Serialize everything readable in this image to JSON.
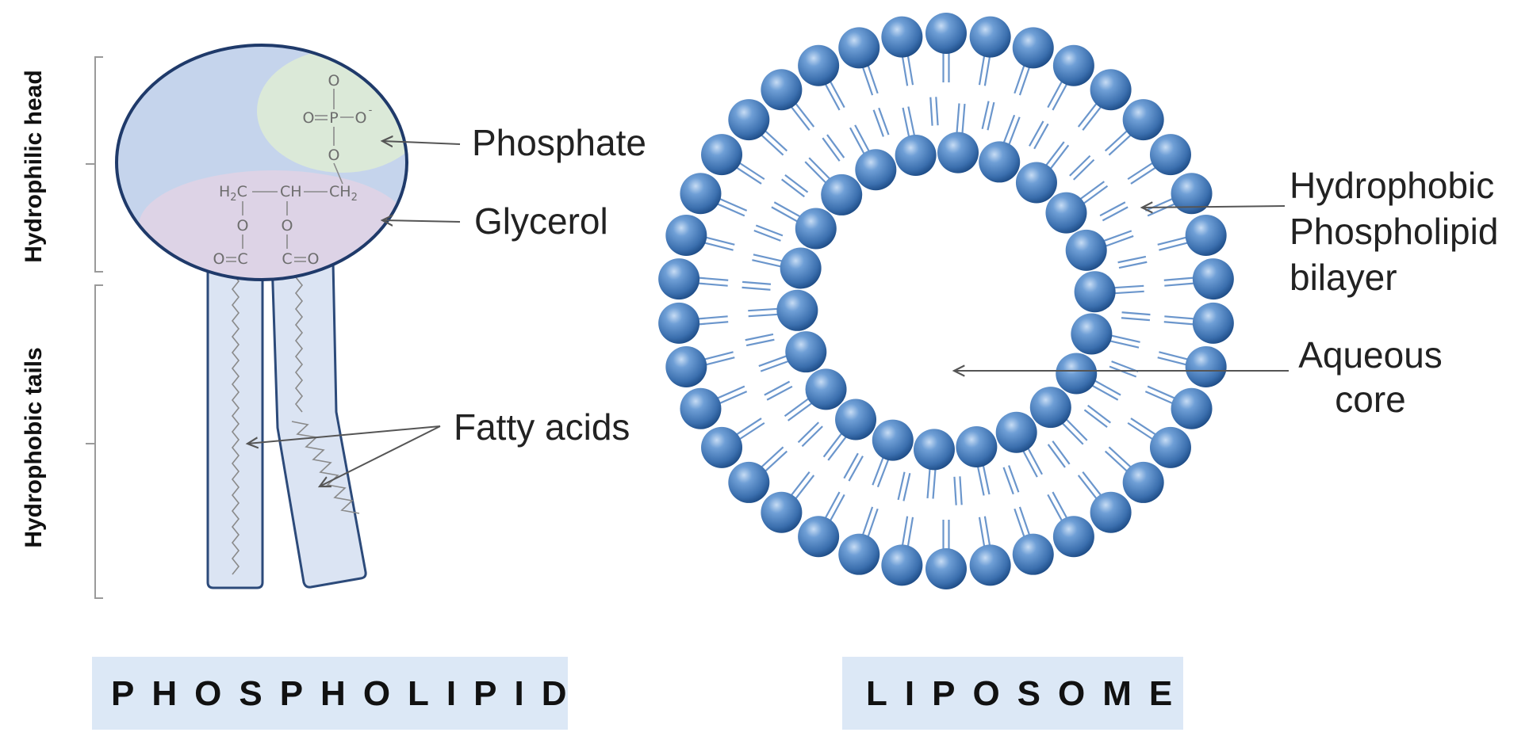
{
  "phospholipid": {
    "axis_labels": {
      "head": "Hydrophilic head",
      "tails": "Hydrophobic tails"
    },
    "labels": {
      "phosphate": "Phosphate",
      "glycerol": "Glycerol",
      "fatty_acids": "Fatty acids"
    },
    "chem": {
      "o_top": "O",
      "o_double": "O",
      "p": "P",
      "o_minus": "O",
      "minus": "-",
      "o_link": "O",
      "h2c": "H",
      "h2c_sub": "2",
      "h2c_c": "C",
      "ch": "CH",
      "ch2": "CH",
      "ch2_sub": "2",
      "o_left": "O",
      "o_right": "O",
      "c_left": "C",
      "o_cleft": "O",
      "c_right": "C",
      "o_cright": "O"
    },
    "caption": "PHOSPHOLIPID",
    "colors": {
      "head_fill": "#c5d4ec",
      "head_stroke": "#1f3a6a",
      "phosphate_fill": "#dbe9d8",
      "glycerol_fill": "#ddd3e6",
      "tail_fill": "#dbe4f3",
      "tail_stroke": "#2c4a7a"
    }
  },
  "liposome": {
    "labels": {
      "bilayer_line1": "Hydrophobic",
      "bilayer_line2": "Phospholipid",
      "bilayer_line3": "bilayer",
      "core_line1": "Aqueous",
      "core_line2": "core"
    },
    "caption": "LIPOSOME",
    "colors": {
      "sphere_light": "#9cc0ea",
      "sphere_mid": "#4f86c6",
      "sphere_dark": "#1f4f8c",
      "tail": "#6b96cc"
    }
  },
  "caption_bg": "#dce8f6"
}
